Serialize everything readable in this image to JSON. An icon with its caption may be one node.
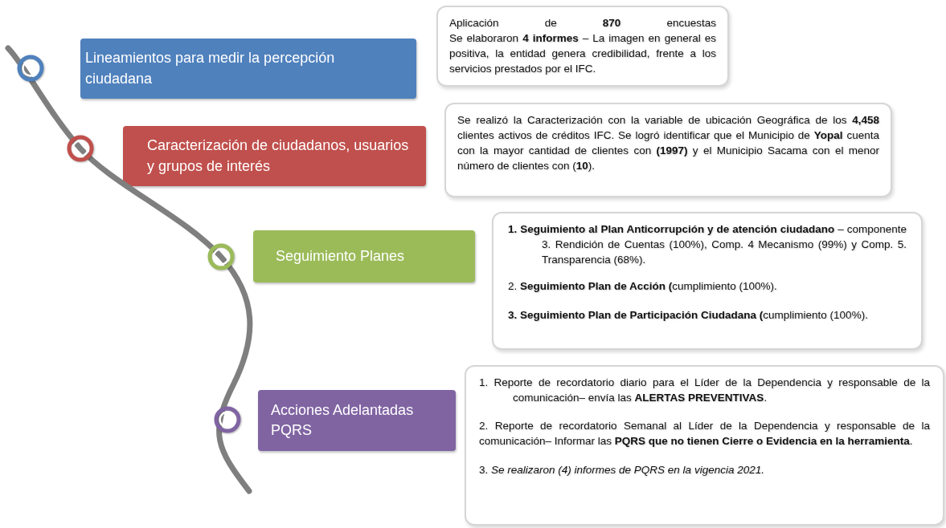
{
  "diagram": {
    "nodes": [
      {
        "text": [
          "Lineamientos para medir la percepción ciudadana"
        ]
      },
      {
        "text": [
          "Aplicación de **870** encuestas",
          "Se elaboraron **4 informes** – La imagen en general es positiva, la entidad genera credibilidad, frente a los servicios prestados por el IFC."
        ]
      },
      {
        "text": [
          "Caracterización de ciudadanos, usuarios y grupos de interés"
        ]
      },
      {
        "text": [
          "Se realizó la Caracterización con la variable de ubicación Geográfica de los **4,458** clientes activos de créditos IFC. Se logró identificar que el Municipio de **Yopal** cuenta con la mayor cantidad de clientes con **(1997)** y el Municipio Sacama con el menor número de clientes con (**10**)."
        ]
      },
      {
        "text": [
          "Seguimiento Planes"
        ]
      },
      {
        "text": [
          "**1. Seguimiento al Plan Anticorrupción y de atención ciudadano** – componente 3. Rendición de Cuentas (100%), Comp. 4 Mecanismo (99%) y Comp. 5. Transparencia (68%).",
          "2. **Seguimiento Plan de Acción (**cumplimiento (100%).",
          "**3. Seguimiento Plan de Participación Ciudadana (**cumplimiento (100%)."
        ]
      },
      {
        "text": [
          "Acciones Adelantadas PQRS"
        ]
      },
      {
        "text": [
          "1. Reporte de recordatorio diario para el Líder de la Dependencia y responsable de la comunicación– envía las **ALERTAS PREVENTIVAS**.",
          "2. Reporte de recordatorio Semanal al Líder de la Dependencia y responsable de la comunicación– Informar las **PQRS que no tienen Cierre o Evidencia en la herramienta**.",
          "3. *Se realizaron (4) informes de PQRS en la vigencia 2021.*"
        ]
      }
    ]
  }
}
